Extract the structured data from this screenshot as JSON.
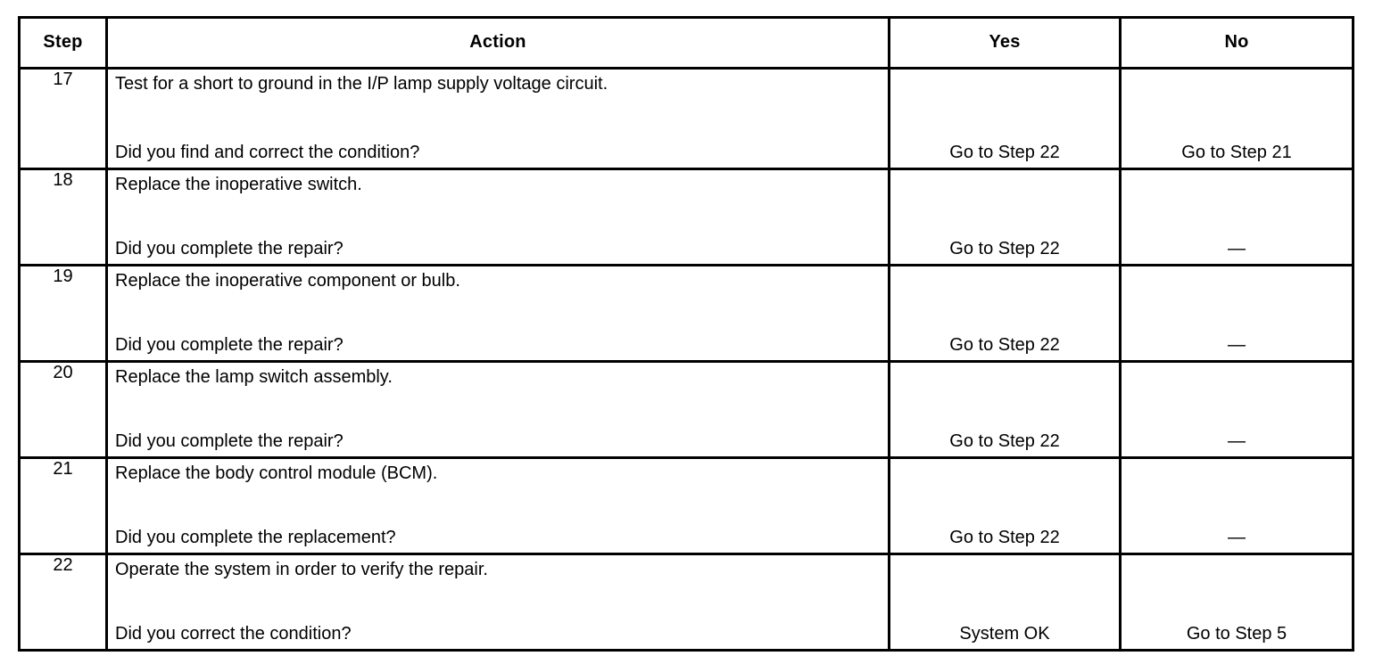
{
  "table": {
    "columns": [
      {
        "key": "step",
        "label": "Step",
        "align": "center"
      },
      {
        "key": "action",
        "label": "Action",
        "align": "center"
      },
      {
        "key": "yes",
        "label": "Yes",
        "align": "center"
      },
      {
        "key": "no",
        "label": "No",
        "align": "center"
      }
    ],
    "rows": [
      {
        "step": "17",
        "statement": "Test for a short to ground in the I/P lamp supply voltage circuit.",
        "question": "Did you find and correct the condition?",
        "yes": "Go to Step 22",
        "no": "Go to Step 21"
      },
      {
        "step": "18",
        "statement": "Replace the inoperative switch.",
        "question": "Did you complete the repair?",
        "yes": "Go to Step 22",
        "no": "—"
      },
      {
        "step": "19",
        "statement": "Replace the inoperative component or bulb.",
        "question": "Did you complete the repair?",
        "yes": "Go to Step 22",
        "no": "—"
      },
      {
        "step": "20",
        "statement": "Replace the lamp switch assembly.",
        "question": "Did you complete the repair?",
        "yes": "Go to Step 22",
        "no": "—"
      },
      {
        "step": "21",
        "statement": "Replace the body control module (BCM).",
        "question": "Did you complete the replacement?",
        "yes": "Go to Step 22",
        "no": "—"
      },
      {
        "step": "22",
        "statement": "Operate the system in order to verify the repair.",
        "question": "Did you correct the condition?",
        "yes": "System OK",
        "no": "Go to Step 5"
      }
    ]
  },
  "colors": {
    "border": "#000000",
    "background": "#ffffff",
    "text": "#000000"
  }
}
